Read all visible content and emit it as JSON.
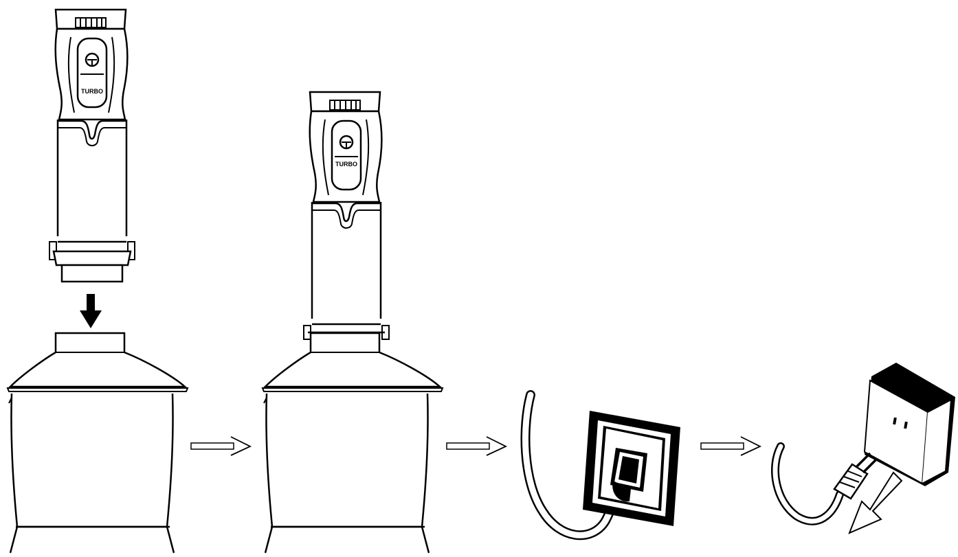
{
  "figure": {
    "steps": [
      {
        "id": "step-1",
        "description": "handle-above-chopper-bowl"
      },
      {
        "id": "step-2",
        "description": "handle-attached-to-bowl"
      },
      {
        "id": "step-3",
        "description": "plug-in-outlet"
      },
      {
        "id": "step-4",
        "description": "unplug-from-outlet"
      }
    ],
    "handle_button_label": "TURBO",
    "icons": [
      "arrow-down-icon",
      "arrow-right-icon",
      "power-outlet-icon",
      "power-plug-icon",
      "arrow-diagonal-icon"
    ],
    "colors": {
      "line": "#000000",
      "background": "#ffffff",
      "outlet_fill": "#ffffff"
    }
  }
}
